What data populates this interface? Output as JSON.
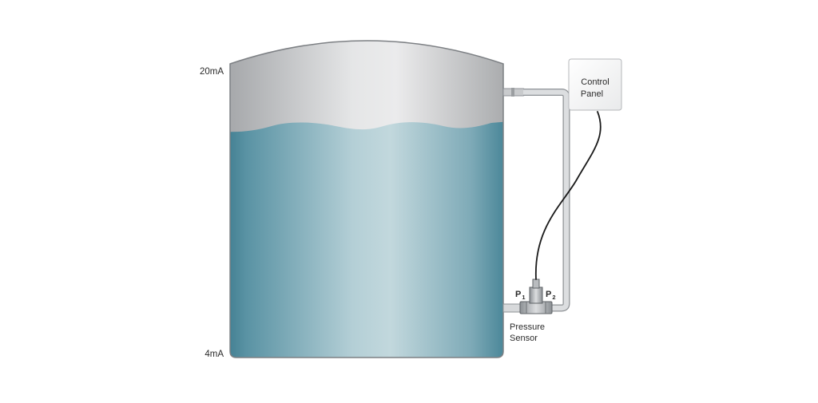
{
  "tank": {
    "top_label": "20mA",
    "bottom_label": "4mA"
  },
  "control_panel": {
    "line1": "Control",
    "line2": "Panel"
  },
  "sensor": {
    "p1_letter": "P",
    "p1_sub": "1",
    "p2_letter": "P",
    "p2_sub": "2",
    "label_line1": "Pressure",
    "label_line2": "Sensor"
  },
  "colors": {
    "liquid_edge": "#3f7f92",
    "liquid_center": "#bfd6dc",
    "air_edge": "#a9abad",
    "air_center": "#e8e9ea",
    "pipe": "#d7d9db",
    "pipe_stroke": "#8e9296",
    "cable": "#1a1a1a"
  }
}
